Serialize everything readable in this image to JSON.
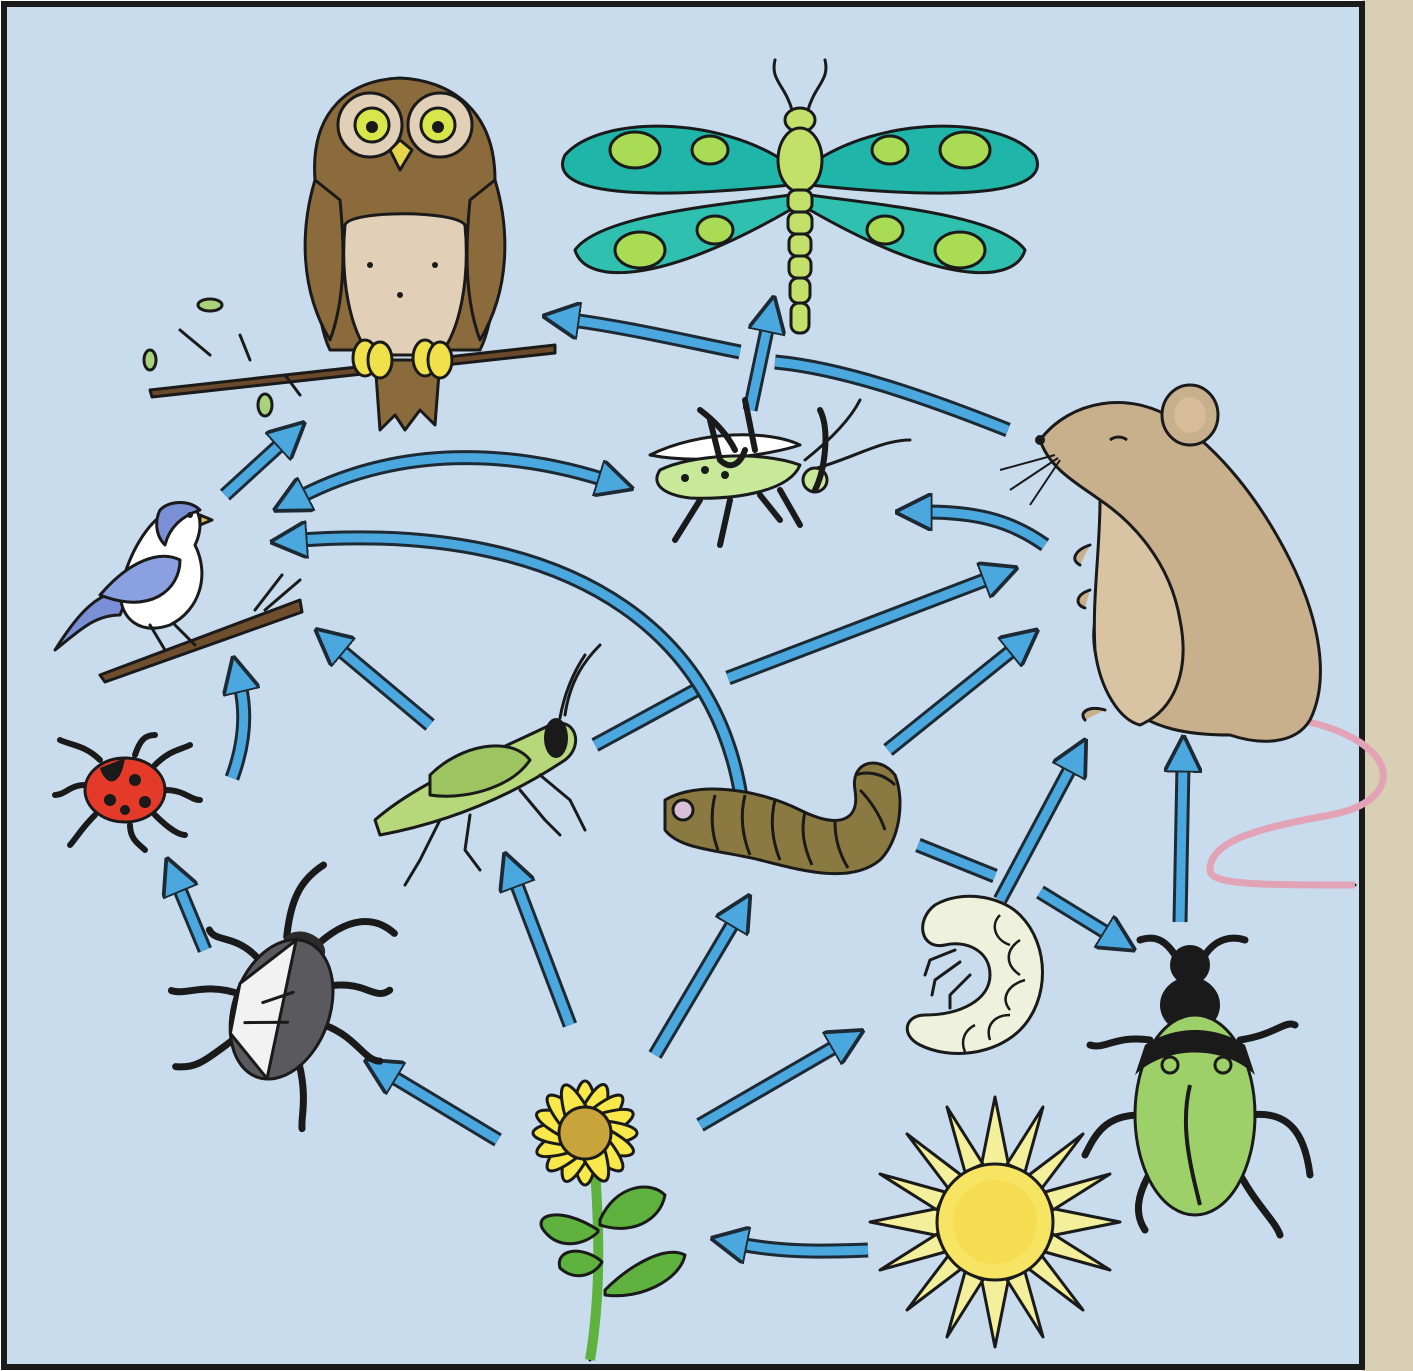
{
  "diagram": {
    "type": "food-web",
    "colors": {
      "background": "#c9dcee",
      "frame": "#1a1a1a",
      "side_strip": "#d9cfb4",
      "arrow": "#4aa8df",
      "arrow_outline": "#1d2a33"
    },
    "nodes": [
      {
        "id": "sun",
        "icon": "sun-icon"
      },
      {
        "id": "sunflower",
        "icon": "sunflower-icon"
      },
      {
        "id": "stink-bug",
        "icon": "stink-bug-icon"
      },
      {
        "id": "grasshopper",
        "icon": "grasshopper-icon"
      },
      {
        "id": "caterpillar",
        "icon": "caterpillar-icon"
      },
      {
        "id": "grub",
        "icon": "grub-icon"
      },
      {
        "id": "beetle",
        "icon": "beetle-icon"
      },
      {
        "id": "ladybug",
        "icon": "ladybug-icon"
      },
      {
        "id": "songbird",
        "icon": "songbird-icon"
      },
      {
        "id": "mosquito",
        "icon": "mosquito-icon"
      },
      {
        "id": "mouse",
        "icon": "mouse-icon"
      },
      {
        "id": "owl",
        "icon": "owl-icon"
      },
      {
        "id": "dragonfly",
        "icon": "dragonfly-icon"
      }
    ],
    "edges": [
      {
        "from": "sun",
        "to": "sunflower"
      },
      {
        "from": "sunflower",
        "to": "stink-bug"
      },
      {
        "from": "sunflower",
        "to": "grasshopper"
      },
      {
        "from": "sunflower",
        "to": "caterpillar"
      },
      {
        "from": "sunflower",
        "to": "grub"
      },
      {
        "from": "stink-bug",
        "to": "ladybug"
      },
      {
        "from": "ladybug",
        "to": "songbird"
      },
      {
        "from": "grasshopper",
        "to": "songbird"
      },
      {
        "from": "grasshopper",
        "to": "mouse"
      },
      {
        "from": "caterpillar",
        "to": "songbird"
      },
      {
        "from": "caterpillar",
        "to": "mouse"
      },
      {
        "from": "caterpillar",
        "to": "beetle"
      },
      {
        "from": "grub",
        "to": "mouse"
      },
      {
        "from": "beetle",
        "to": "mouse"
      },
      {
        "from": "mouse",
        "to": "mosquito"
      },
      {
        "from": "mouse",
        "to": "owl"
      },
      {
        "from": "songbird",
        "to": "mosquito"
      },
      {
        "from": "mosquito",
        "to": "songbird"
      },
      {
        "from": "songbird",
        "to": "owl"
      },
      {
        "from": "mosquito",
        "to": "dragonfly"
      }
    ]
  }
}
